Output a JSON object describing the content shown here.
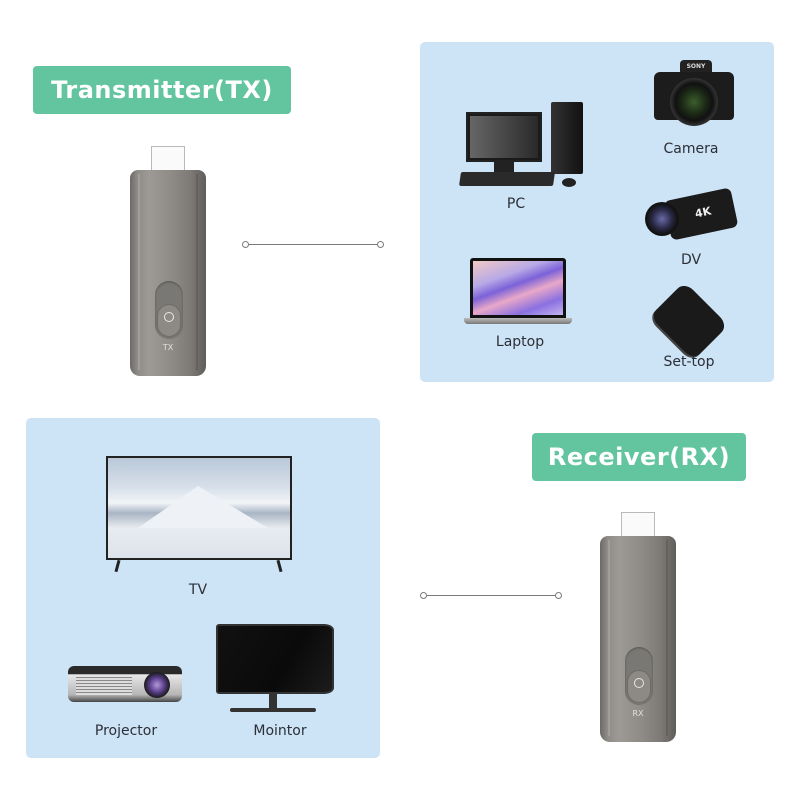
{
  "transmitter": {
    "tag_label": "Transmitter(TX)",
    "device_label": "TX",
    "sources": [
      {
        "name": "PC",
        "icon": "pc-icon"
      },
      {
        "name": "Camera",
        "icon": "camera-icon"
      },
      {
        "name": "DV",
        "icon": "camcorder-icon"
      },
      {
        "name": "Laptop",
        "icon": "laptop-icon"
      },
      {
        "name": "Set-top",
        "icon": "set-top-box-icon"
      }
    ],
    "camera_brand": "SONY",
    "dv_badge": "4K"
  },
  "receiver": {
    "tag_label": "Receiver(RX)",
    "device_label": "RX",
    "displays": [
      {
        "name": "TV",
        "icon": "tv-icon"
      },
      {
        "name": "Projector",
        "icon": "projector-icon"
      },
      {
        "name": "Mointor",
        "icon": "monitor-icon"
      }
    ]
  },
  "colors": {
    "tag_green": "#62c5a0",
    "panel_blue": "#cde3f6",
    "connector_gray": "#7a7a7a"
  }
}
